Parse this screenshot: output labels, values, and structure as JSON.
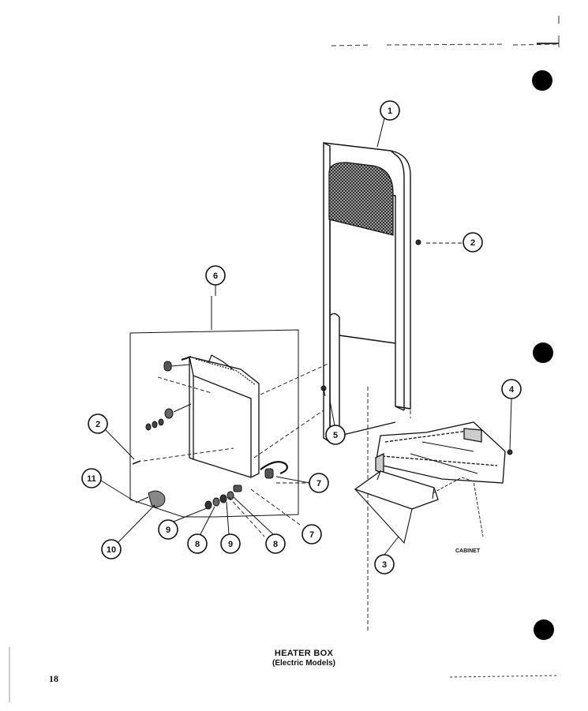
{
  "diagram": {
    "title": "HEATER BOX",
    "subtitle": "(Electric Models)",
    "page_number": "18",
    "cabinet_label": "CABINET",
    "callouts": [
      "1",
      "2",
      "6",
      "2",
      "11",
      "10",
      "9",
      "8",
      "9",
      "8",
      "7",
      "7",
      "5",
      "4",
      "3"
    ]
  }
}
